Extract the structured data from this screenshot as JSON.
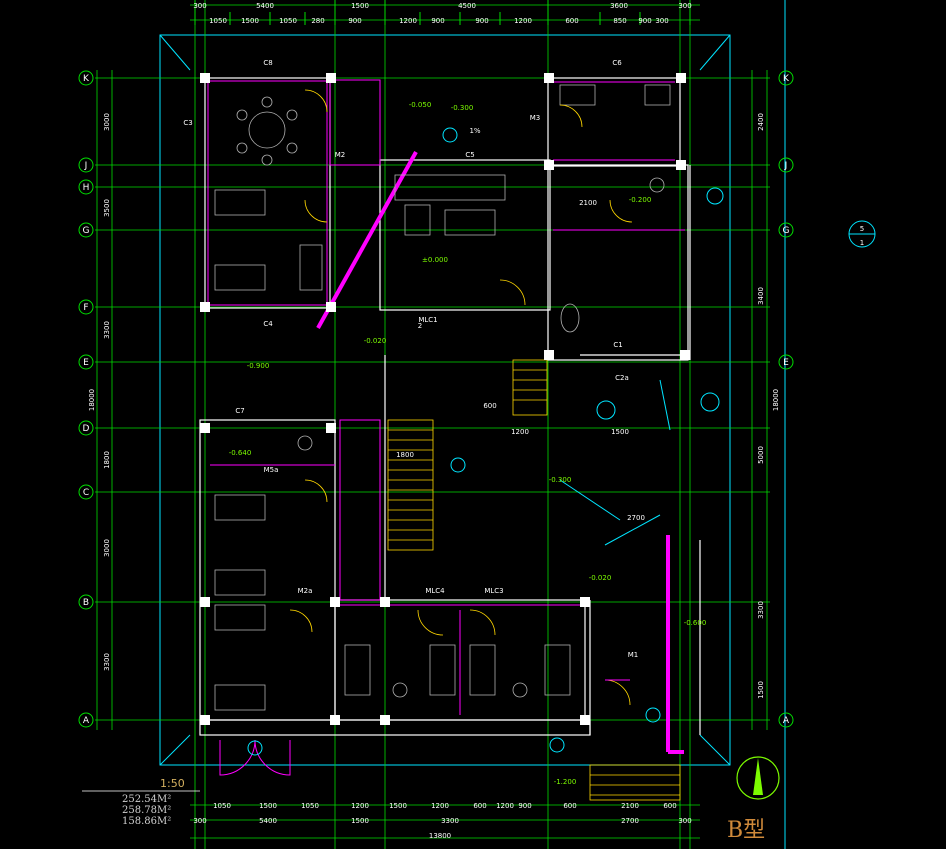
{
  "drawing": {
    "scale": "1:50",
    "type_label": "B型",
    "areas": [
      "252.54M²",
      "258.78M²",
      "158.86M²"
    ],
    "total_width": "13800",
    "total_depth": "18000",
    "axes_left": [
      "K",
      "J",
      "H",
      "G",
      "F",
      "E",
      "D",
      "C",
      "B",
      "A"
    ],
    "axes_right": [
      "K",
      "J",
      "G",
      "E",
      "A"
    ],
    "section_mark": {
      "num": "5",
      "sheet": "1"
    }
  },
  "dims": {
    "top_row1": [
      "300",
      "5400",
      "1500",
      "4500",
      "3600",
      "300"
    ],
    "top_row2": [
      "1050",
      "1500",
      "1050",
      "280",
      "900",
      "1200",
      "900",
      "900",
      "1200",
      "600",
      "850",
      "900",
      "300"
    ],
    "bottom_row1": [
      "1050",
      "1500",
      "1050",
      "1200",
      "1500",
      "1200",
      "600",
      "1200",
      "900",
      "600",
      "2100",
      "600"
    ],
    "bottom_row2": [
      "300",
      "5400",
      "1500",
      "3300",
      "2700",
      "300"
    ],
    "left_outer": [
      "3000",
      "3500",
      "3300",
      "1800",
      "3000",
      "3300"
    ],
    "right_outer": [
      "2400",
      "3400",
      "5000",
      "3300",
      "1500"
    ]
  },
  "labels": {
    "windows": [
      "C8",
      "C6",
      "C5",
      "C4",
      "C7",
      "C3",
      "C1",
      "C2a",
      "MLC1",
      "MLC4",
      "MLC3",
      "M2",
      "M3",
      "M1",
      "M2a",
      "M5a"
    ],
    "elevations": [
      "-0.050",
      "-0.300",
      "±0.000",
      "-0.020",
      "-0.900",
      "-0.640",
      "-0.300",
      "-0.020",
      "-1.200",
      "-0.200",
      "-0.600"
    ],
    "notes": [
      "1%",
      "2",
      "600",
      "2100",
      "2700",
      "1800",
      "1200",
      "1500"
    ]
  }
}
